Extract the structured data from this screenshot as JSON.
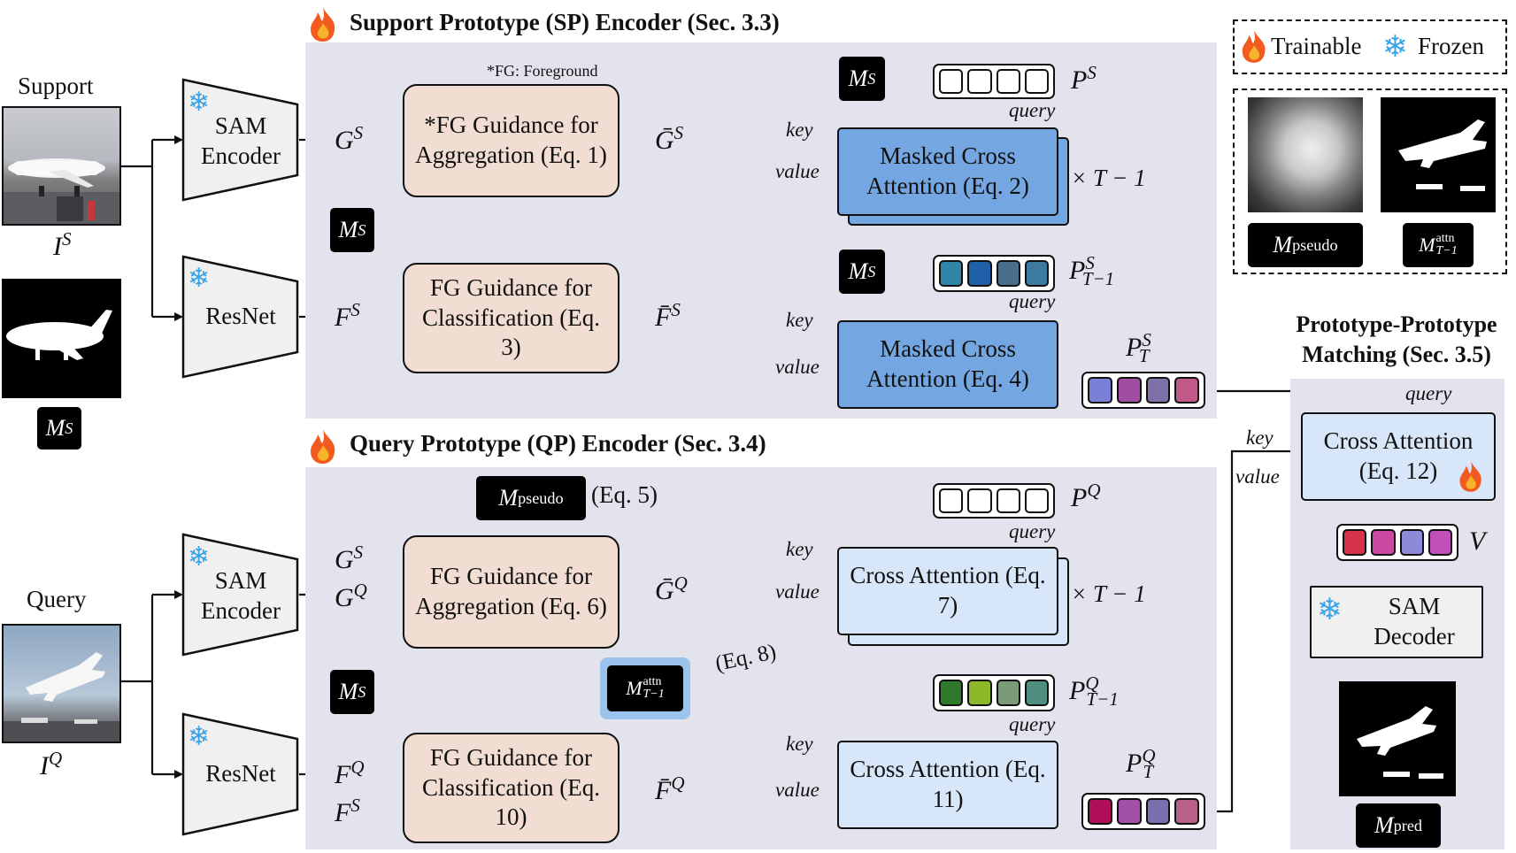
{
  "sp_encoder": {
    "title": "Support Prototype (SP) Encoder (Sec. 3.3)",
    "fg_note": "*FG: Foreground",
    "fg_agg": "*FG Guidance for Aggregation (Eq. 1)",
    "fg_cls": "FG Guidance for Classification (Eq. 3)",
    "mca1": "Masked Cross Attention (Eq. 2)",
    "mca2": "Masked Cross Attention (Eq. 4)",
    "repeat": "× T − 1"
  },
  "qp_encoder": {
    "title": "Query Prototype (QP) Encoder (Sec. 3.4)",
    "fg_agg": "FG Guidance for Aggregation (Eq. 6)",
    "fg_cls": "FG Guidance for Classification (Eq. 10)",
    "ca1": "Cross Attention (Eq. 7)",
    "ca2": "Cross Attention (Eq. 11)",
    "eq5": "(Eq. 5)",
    "eq8": "(Eq. 8)",
    "repeat": "× T − 1"
  },
  "inputs": {
    "support_label": "Support",
    "query_label": "Query",
    "sam_encoder": "SAM Encoder",
    "resnet": "ResNet"
  },
  "legend": {
    "trainable": "Trainable",
    "frozen": "Frozen"
  },
  "ppm": {
    "title": "Prototype-Prototype Matching (Sec. 3.5)",
    "cross_attention": "Cross Attention (Eq. 12)",
    "sam_decoder": "SAM Decoder"
  },
  "edge_labels": {
    "key": "key",
    "value": "value",
    "query": "query"
  },
  "colors": {
    "panel": "#e3e3ee",
    "fg_box": "#f1ddd2",
    "masked_ca": "#74a6e2",
    "cross_attention": "#d7e6f8",
    "ps_initial": [
      "#ffffff",
      "#ffffff",
      "#ffffff",
      "#ffffff"
    ],
    "ps_t1": [
      "#2f86a8",
      "#2060a8",
      "#4a6f8c",
      "#3d7aa0"
    ],
    "ps_t": [
      "#7b7fd6",
      "#a04ca0",
      "#7e70a8",
      "#c05888"
    ],
    "pq_t1": [
      "#2e7a2a",
      "#8cb82a",
      "#7a9a78",
      "#4f8f80"
    ],
    "pq_t": [
      "#b0105a",
      "#a050a8",
      "#7a70b0",
      "#b86088"
    ],
    "v": [
      "#d8334a",
      "#c94aa0",
      "#8e8ad8",
      "#c050b8"
    ]
  },
  "icons": [
    "fire-icon",
    "snowflake-icon",
    "airplane-image",
    "mask-image"
  ]
}
